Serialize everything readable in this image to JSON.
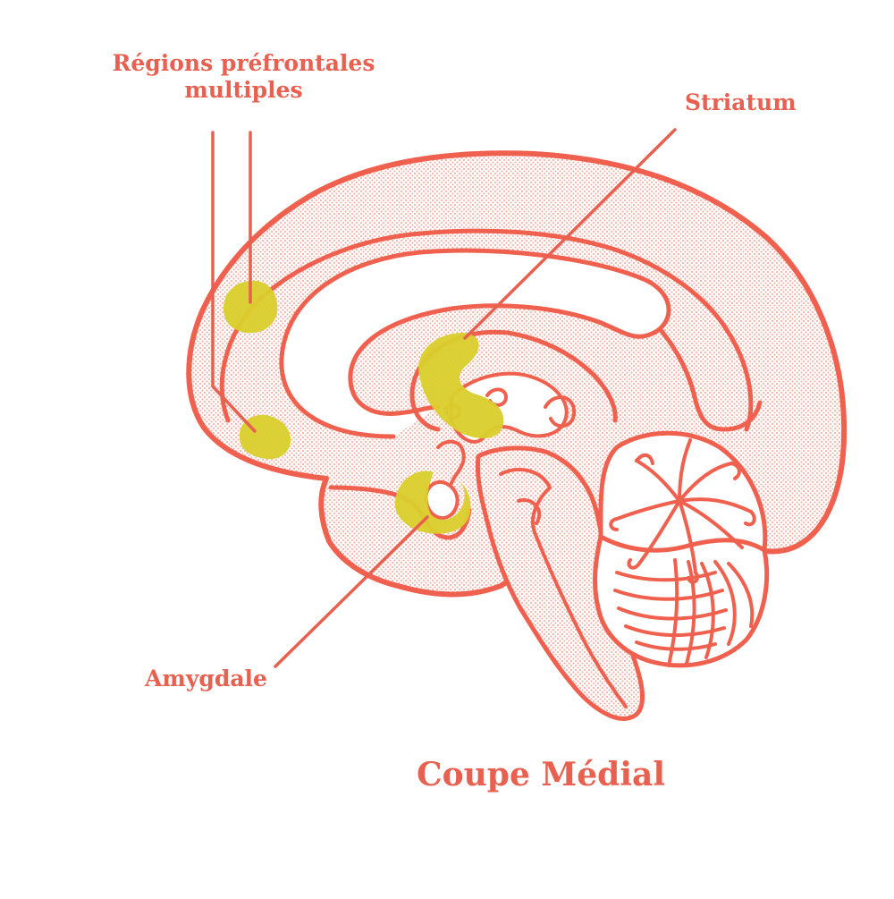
{
  "labels": {
    "prefrontal_line1": "Régions préfrontales",
    "prefrontal_line2": "multiples",
    "striatum": "Striatum",
    "amygdala": "Amygdale",
    "title": "Coupe Médial"
  },
  "colors": {
    "outline": "#f0604e",
    "label": "#e8604f",
    "highlight": "#d9cf2c",
    "stipple": "#f3b3aa",
    "background": "#ffffff"
  }
}
